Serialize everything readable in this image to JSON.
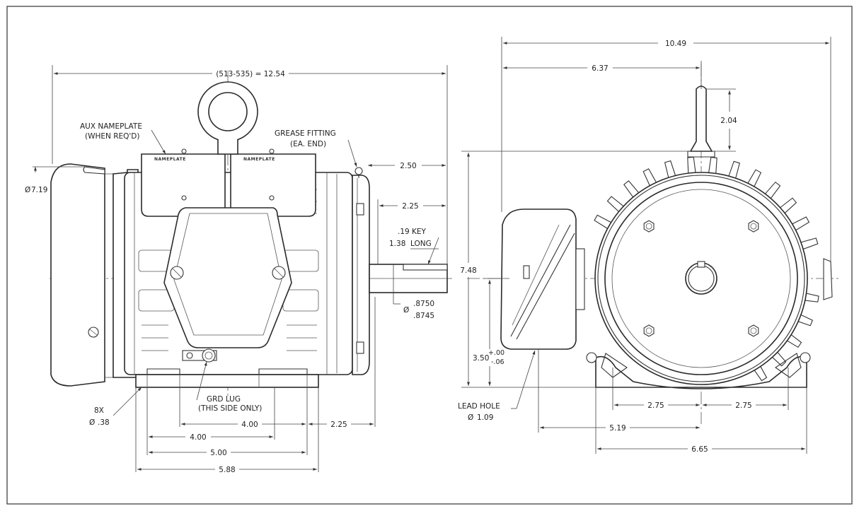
{
  "labels": {
    "aux_nameplate_1": "AUX NAMEPLATE",
    "aux_nameplate_2": "(WHEN REQ'D)",
    "grease_fitting_1": "GREASE FITTING",
    "grease_fitting_2": "(EA. END)",
    "key_1": ".19 KEY",
    "key_2a": "1.38",
    "key_2b": "LONG",
    "shaft_dia_1": ".8750",
    "shaft_dia_2": ".8745",
    "grd_lug_1": "GRD LUG",
    "grd_lug_2": "(THIS SIDE ONLY)",
    "holes_1": "8X",
    "holes_2": ".38",
    "lead_hole_1": "LEAD HOLE",
    "lead_hole_2": "1.09",
    "diameter_symbol": "Ø",
    "nameplate_text": "NAMEPLATE"
  },
  "dimensions": {
    "overall_length": "(513-535) = 12.54",
    "end_dia": "7.19",
    "shaft_ext": "2.50",
    "shaft_key_ext": "2.25",
    "bolt_4": "4.00",
    "bolt_spacing_2": "2.25",
    "foot_4": "4.00",
    "foot_5": "5.00",
    "foot_588": "5.88",
    "overall_width": "10.49",
    "half_width": "6.37",
    "eyebolt": "2.04",
    "height": "7.48",
    "shaft_height": "3.50",
    "tol_plus": "+.00",
    "tol_minus": "-.06",
    "half_foot_l": "2.75",
    "half_foot_r": "2.75",
    "lead_offset": "5.19",
    "foot_width": "6.65"
  }
}
